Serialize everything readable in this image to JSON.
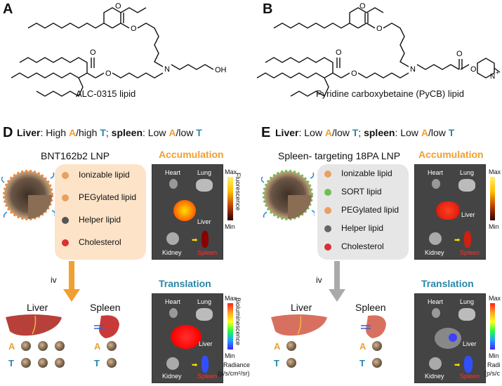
{
  "panelA": {
    "label": "A",
    "caption": "ALC-0315 lipid",
    "oh": "OH",
    "n": "N",
    "o1": "O",
    "o2": "O",
    "o3": "O",
    "o4": "O"
  },
  "panelB": {
    "label": "B",
    "caption": "Pyridine carboxybetaine (PyCB) lipid",
    "n": "N",
    "npos": "N",
    "plus": "+",
    "o1": "O",
    "o2": "O",
    "o3": "O",
    "o4": "O",
    "o5": "O",
    "o6": "O"
  },
  "panelD": {
    "label": "D",
    "heading": {
      "liver": "Liver",
      "sep1": ": High ",
      "a1": "A",
      "mid1": "/high ",
      "t1": "T",
      "semi": "; ",
      "spleen": "spleen",
      "sep2": ": Low ",
      "a2": "A",
      "mid2": "/low ",
      "t2": "T"
    },
    "lnp_title": "BNT162b2 LNP",
    "legend": [
      "Ionizable lipid",
      "PEGylated lipid",
      "Helper lipid",
      "Cholesterol"
    ],
    "accumulation_title": "Accumulation",
    "translation_title": "Translation",
    "route": "iv",
    "organs": {
      "liver": "Liver",
      "spleen": "Spleen"
    },
    "acc_img": {
      "heart": "Heart",
      "lung": "Lung",
      "liver": "Liver",
      "kidney": "Kidney",
      "spleen": "Spleen"
    },
    "tr_img": {
      "heart": "Heart",
      "lung": "Lung",
      "liver": "Liver",
      "kidney": "Kidney",
      "spleen": "Spleen"
    },
    "acc_scale": {
      "max": "Max",
      "min": "Min",
      "label": "Fluorescence"
    },
    "tr_scale": {
      "max": "Max",
      "min": "Min",
      "label": "Bioluminescence",
      "radiance": "Radiance",
      "unit": "(p/s/cm²/sr)"
    },
    "rowA": "A",
    "rowT": "T"
  },
  "panelE": {
    "label": "E",
    "heading": {
      "liver": "Liver",
      "sep1": ": Low ",
      "a1": "A",
      "mid1": "/low ",
      "t1": "T",
      "semi": "; ",
      "spleen": "spleen",
      "sep2": ": Low ",
      "a2": "A",
      "mid2": "/low ",
      "t2": "T"
    },
    "lnp_title": "Spleen- targeting 18PA LNP",
    "legend": [
      "Ionizable lipid",
      "SORT lipid",
      "PEGylated lipid",
      "Helper lipid",
      "Cholesterol"
    ],
    "accumulation_title": "Accumulation",
    "translation_title": "Translation",
    "route": "iv",
    "organs": {
      "liver": "Liver",
      "spleen": "Spleen"
    },
    "acc_img": {
      "heart": "Heart",
      "lung": "Lung",
      "liver": "Liver",
      "kidney": "Kidney",
      "spleen": "Spleen"
    },
    "tr_img": {
      "heart": "Heart",
      "lung": "Lung",
      "liver": "Liver",
      "kidney": "Kidney",
      "spleen": "Spleen"
    },
    "acc_scale": {
      "max": "Max",
      "min": "Min"
    },
    "tr_scale": {
      "max": "Max",
      "min": "Min",
      "radiance": "Radi",
      "unit": "(p/s/c"
    },
    "rowA": "A",
    "rowT": "T"
  },
  "colors": {
    "accent_orange": "#f0a030",
    "accent_teal": "#2a86a8",
    "legend_bg_D": "#fde3c8",
    "legend_bg_E": "#e6e6e6",
    "spleen_red": "#e8202a"
  }
}
